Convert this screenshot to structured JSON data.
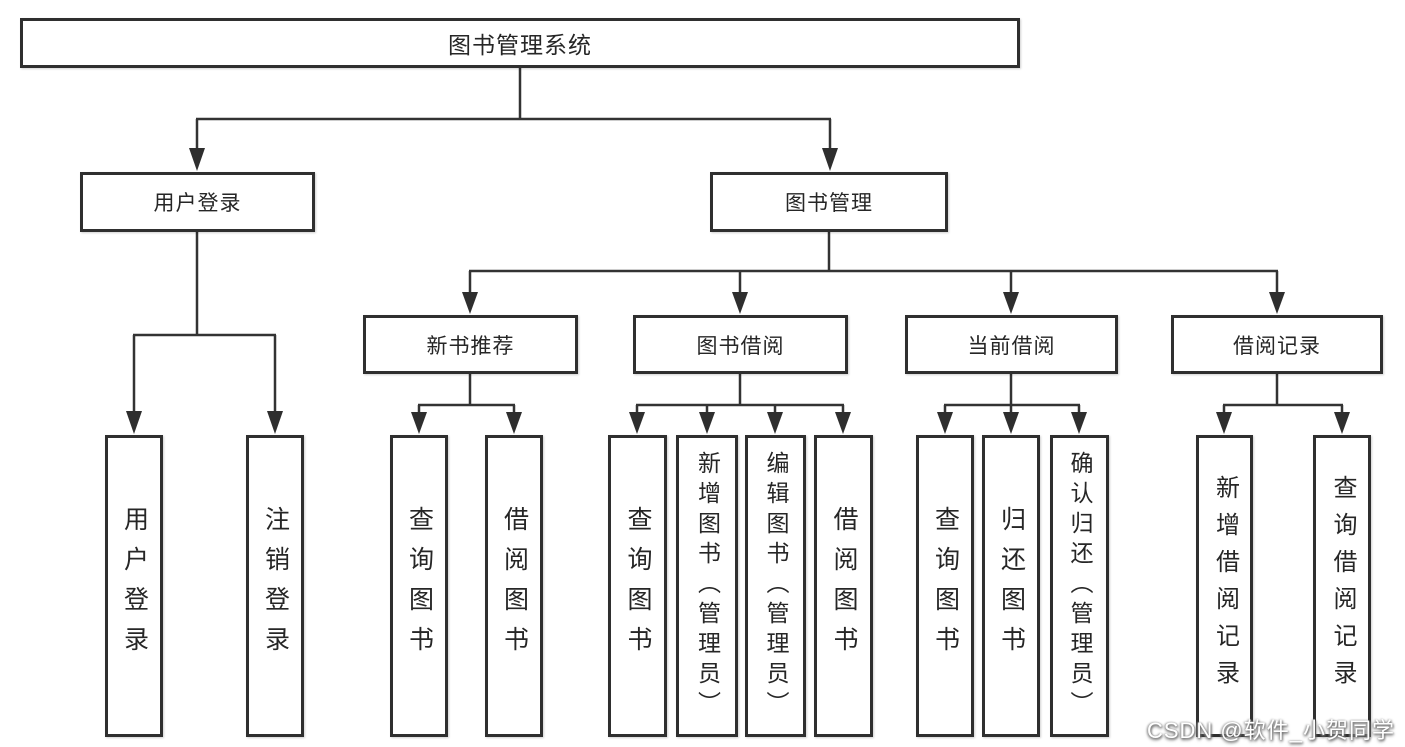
{
  "root": {
    "label": "图书管理系统"
  },
  "branches": {
    "user_login": {
      "label": "用户登录",
      "children": [
        {
          "label": "用户登录"
        },
        {
          "label": "注销登录"
        }
      ]
    },
    "book_mgmt": {
      "label": "图书管理",
      "children": [
        {
          "label": "新书推荐",
          "children": [
            {
              "label": "查询图书"
            },
            {
              "label": "借阅图书"
            }
          ]
        },
        {
          "label": "图书借阅",
          "children": [
            {
              "label": "查询图书"
            },
            {
              "label": "新增图书（管理员）"
            },
            {
              "label": "编辑图书（管理员）"
            },
            {
              "label": "借阅图书"
            }
          ]
        },
        {
          "label": "当前借阅",
          "children": [
            {
              "label": "查询图书"
            },
            {
              "label": "归还图书"
            },
            {
              "label": "确认归还（管理员）"
            }
          ]
        },
        {
          "label": "借阅记录",
          "children": [
            {
              "label": "新增借阅记录"
            },
            {
              "label": "查询借阅记录"
            }
          ]
        }
      ]
    }
  },
  "watermark": {
    "text": "CSDN @软件_小贺同学"
  },
  "colors": {
    "line": "#333333",
    "box_border": "#2f2f2f",
    "box_fill": "#ffffff",
    "text": "#262626",
    "background": "#ffffff",
    "watermark_text": "#ffffff"
  }
}
